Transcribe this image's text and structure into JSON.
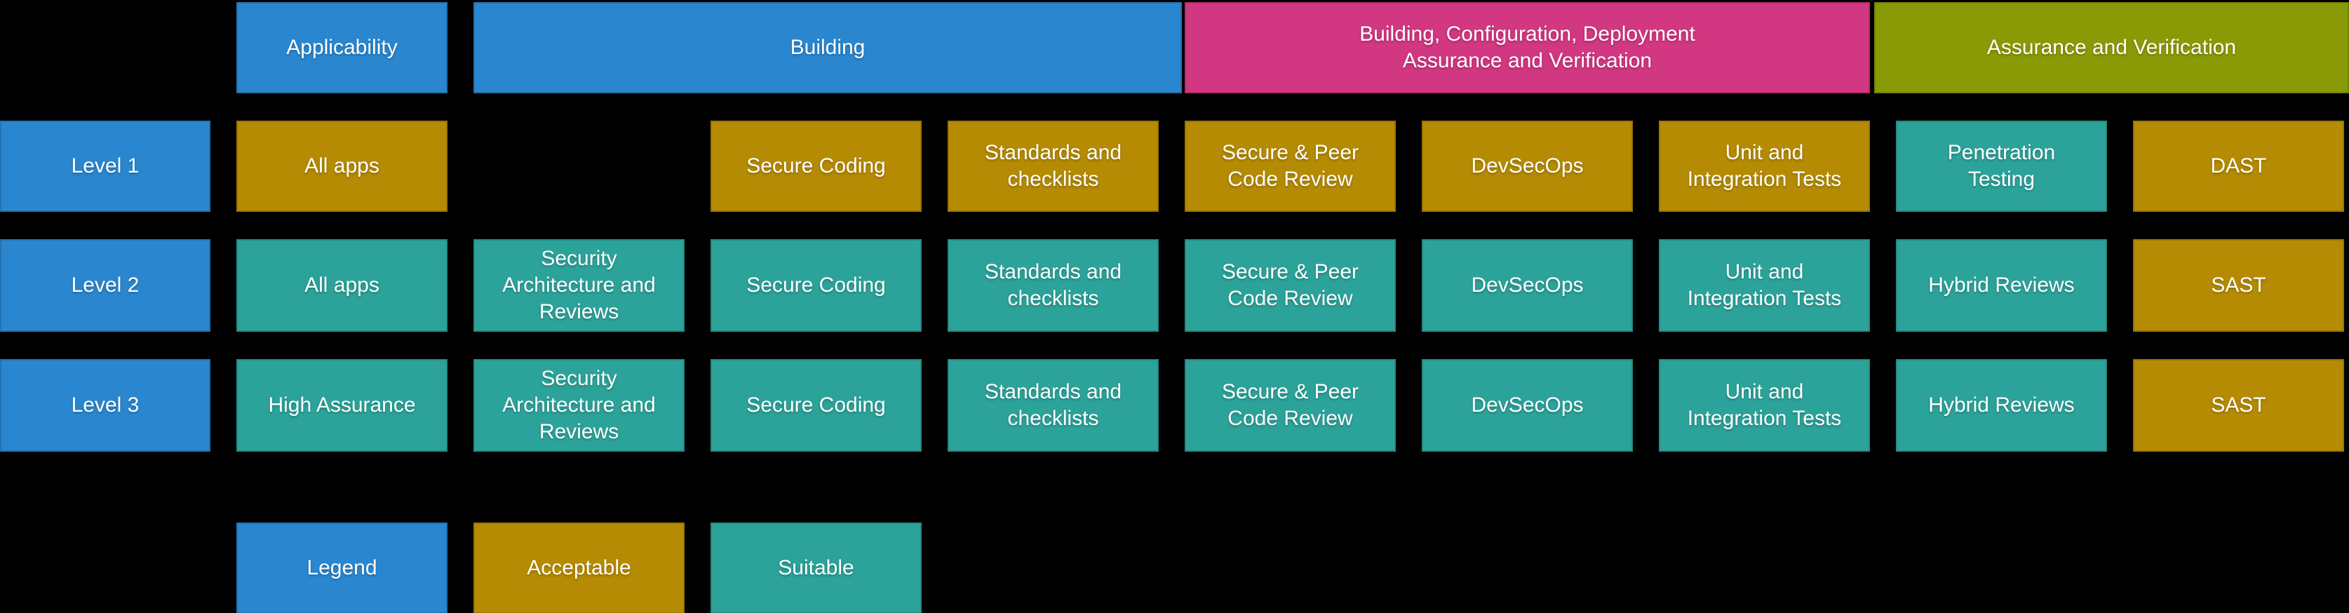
{
  "palette": {
    "background": "#000000",
    "blue": "#2a87cf",
    "gold": "#b58b04",
    "teal": "#2ca39a",
    "pink": "#d23781",
    "olive": "#899a06"
  },
  "header": {
    "applicability": "Applicability",
    "building": "Building",
    "building_config_deploy": "Building, Configuration, Deployment\nAssurance and Verification",
    "assurance_verification": "Assurance and Verification"
  },
  "rows": [
    {
      "level": "Level 1",
      "cells": [
        {
          "label": "All apps",
          "status": "acceptable"
        },
        {
          "label": "",
          "status": "empty"
        },
        {
          "label": "Secure Coding",
          "status": "acceptable"
        },
        {
          "label": "Standards and checklists",
          "status": "acceptable"
        },
        {
          "label": "Secure & Peer Code Review",
          "status": "acceptable"
        },
        {
          "label": "DevSecOps",
          "status": "acceptable"
        },
        {
          "label": "Unit and Integration Tests",
          "status": "acceptable"
        },
        {
          "label": "Penetration Testing",
          "status": "suitable"
        },
        {
          "label": "DAST",
          "status": "acceptable"
        }
      ]
    },
    {
      "level": "Level 2",
      "cells": [
        {
          "label": "All apps",
          "status": "suitable"
        },
        {
          "label": "Security Architecture and Reviews",
          "status": "suitable"
        },
        {
          "label": "Secure Coding",
          "status": "suitable"
        },
        {
          "label": "Standards and checklists",
          "status": "suitable"
        },
        {
          "label": "Secure & Peer Code Review",
          "status": "suitable"
        },
        {
          "label": "DevSecOps",
          "status": "suitable"
        },
        {
          "label": "Unit and Integration Tests",
          "status": "suitable"
        },
        {
          "label": "Hybrid Reviews",
          "status": "suitable"
        },
        {
          "label": "SAST",
          "status": "acceptable"
        }
      ]
    },
    {
      "level": "Level 3",
      "cells": [
        {
          "label": "High Assurance",
          "status": "suitable"
        },
        {
          "label": "Security Architecture and Reviews",
          "status": "suitable"
        },
        {
          "label": "Secure Coding",
          "status": "suitable"
        },
        {
          "label": "Standards and checklists",
          "status": "suitable"
        },
        {
          "label": "Secure & Peer Code Review",
          "status": "suitable"
        },
        {
          "label": "DevSecOps",
          "status": "suitable"
        },
        {
          "label": "Unit and Integration Tests",
          "status": "suitable"
        },
        {
          "label": "Hybrid Reviews",
          "status": "suitable"
        },
        {
          "label": "SAST",
          "status": "acceptable"
        }
      ]
    }
  ],
  "legend": {
    "title": "Legend",
    "items": [
      {
        "label": "Acceptable",
        "status": "acceptable"
      },
      {
        "label": "Suitable",
        "status": "suitable"
      }
    ]
  }
}
